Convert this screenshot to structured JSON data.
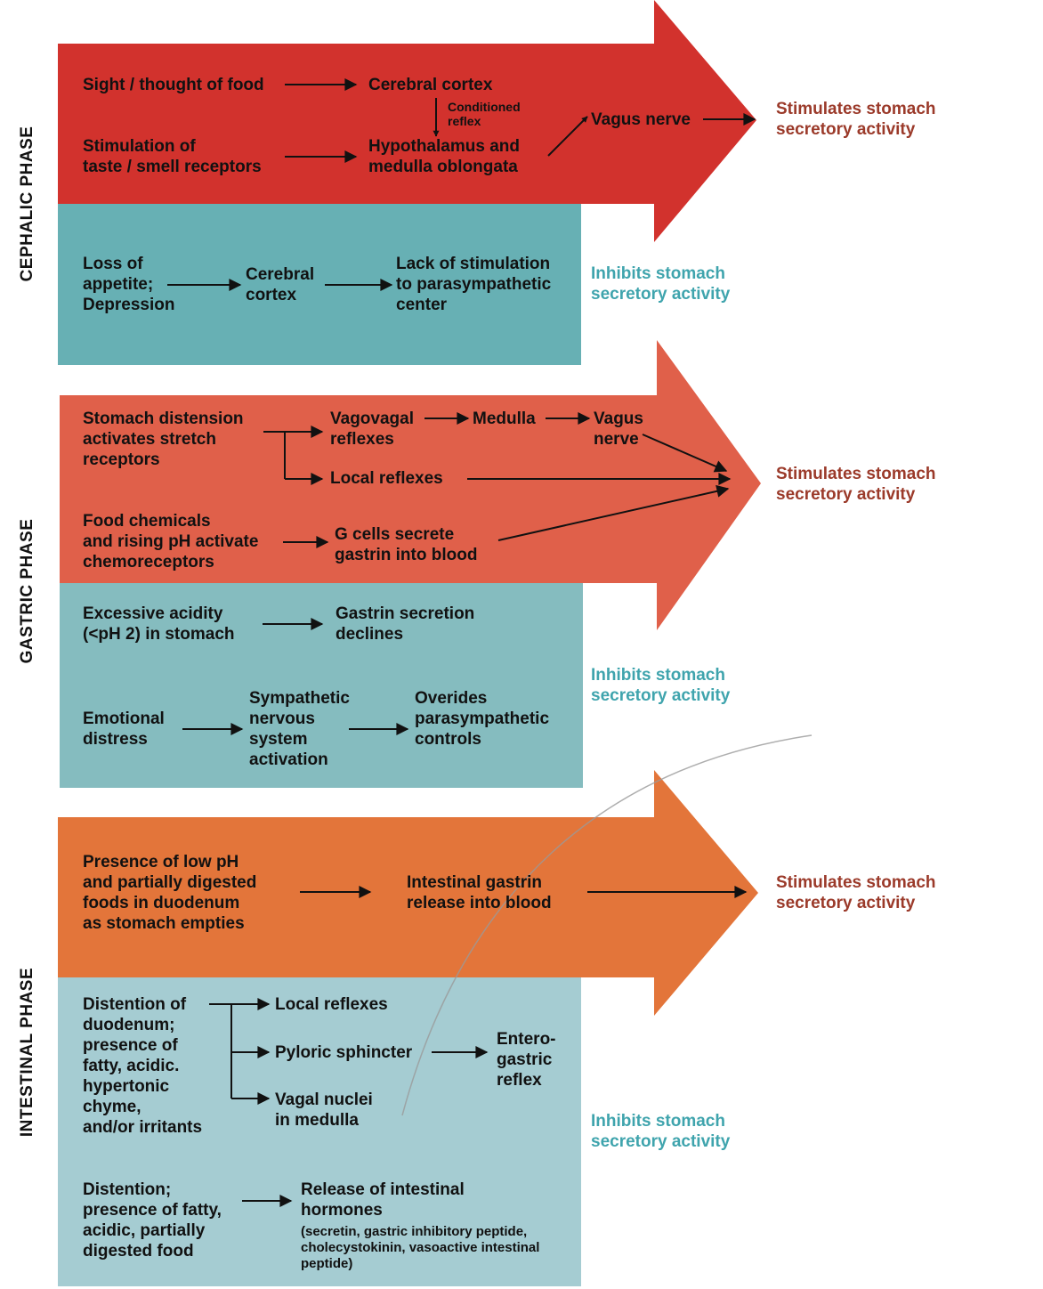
{
  "phases": {
    "cephalic": "CEPHALIC PHASE",
    "gastric": "GASTRIC PHASE",
    "intestinal": "INTESTINAL PHASE"
  },
  "outputs": {
    "stimulates": "Stimulates stomach\nsecretory activity",
    "inhibits": "Inhibits stomach\nsecretory activity"
  },
  "cephalic": {
    "sight": "Sight / thought of food",
    "cortex": "Cerebral cortex",
    "conditioned": "Conditioned\nreflex",
    "taste": "Stimulation of\ntaste / smell receptors",
    "hypothalamus": "Hypothalamus and\nmedulla oblongata",
    "vagus": "Vagus nerve",
    "loss": "Loss of\nappetite;\nDepression",
    "cortex2": "Cerebral\ncortex",
    "lack": "Lack of stimulation\nto parasympathetic\ncenter"
  },
  "gastric": {
    "distension": "Stomach distension\nactivates stretch\nreceptors",
    "vagovagal": "Vagovagal\nreflexes",
    "medulla": "Medulla",
    "vagus": "Vagus\nnerve",
    "local": "Local reflexes",
    "chemicals": "Food chemicals\nand rising pH activate\nchemoreceptors",
    "gcells": "G cells secrete\ngastrin into blood",
    "acidity": "Excessive acidity\n(<pH 2) in stomach",
    "gastrin_declines": "Gastrin secretion\ndeclines",
    "emotional": "Emotional\ndistress",
    "sympathetic": "Sympathetic\nnervous\nsystem\nactivation",
    "overides": "Overides\nparasympathetic\ncontrols"
  },
  "intestinal": {
    "lowph": "Presence of low pH\nand partially digested\nfoods in duodenum\nas stomach empties",
    "gastrin": "Intestinal gastrin\nrelease into blood",
    "distention": "Distention of\nduodenum;\npresence of\nfatty, acidic.\nhypertonic\nchyme,\nand/or irritants",
    "local": "Local reflexes",
    "pyloric": "Pyloric sphincter",
    "vagal": "Vagal nuclei\nin medulla",
    "entero": "Entero-\ngastric\nreflex",
    "distention2": "Distention;\npresence of fatty,\nacidic, partially\ndigested food",
    "release": "Release of intestinal\nhormones",
    "hormones_note": "(secretin, gastric inhibitory peptide,\ncholecystokinin, vasoactive intestinal\npeptide)"
  },
  "colors": {
    "cephalic_stim": "#d2322d",
    "gastric_stim": "#e0604a",
    "intestinal_stim": "#e3753a",
    "cephalic_inhib": "#67b0b4",
    "gastric_inhib": "#85bcbf",
    "intestinal_inhib": "#a5ccd2",
    "stim_text": "#9b3a2a",
    "inhib_text": "#3fa4ad"
  }
}
